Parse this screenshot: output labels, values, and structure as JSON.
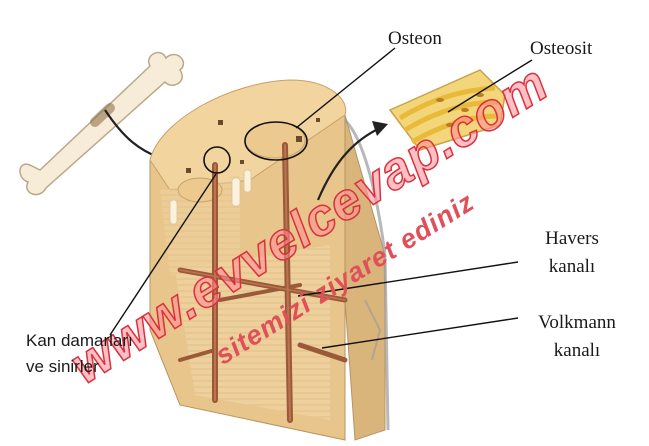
{
  "labels": {
    "osteon": "Osteon",
    "osteosit": "Osteosit",
    "havers_line1": "Havers",
    "havers_line2": "kanalı",
    "volkmann_line1": "Volkmann",
    "volkmann_line2": "kanalı",
    "kan_line1": "Kan damarları",
    "kan_line2": "ve sinirler"
  },
  "watermark": {
    "main": "www.evvelcevap.com",
    "sub": "sitemizi ziyaret ediniz"
  },
  "colors": {
    "bone_light": "#f3d9a6",
    "bone_mid": "#e8c58a",
    "bone_dark": "#c9a06a",
    "channel": "#9a5a3a",
    "watermark_red": "#d8323e",
    "label_text": "#1a1a1a"
  }
}
